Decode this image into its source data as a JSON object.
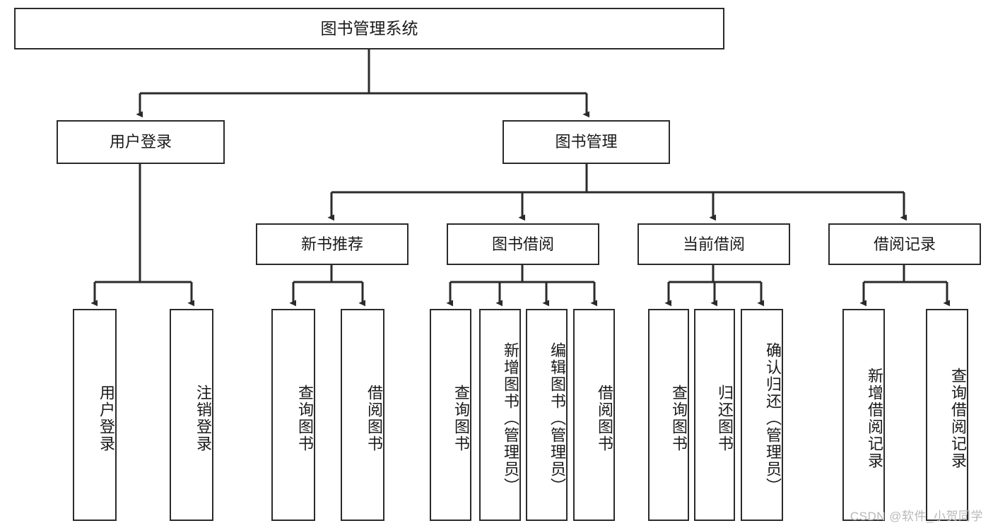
{
  "diagram": {
    "title": "图书管理系统",
    "watermark": "CSDN @软件_小贺同学",
    "colors": {
      "stroke": "#2b2b2b",
      "fill": "#ffffff",
      "text": "#1a1a1a",
      "watermark": "#b8b8b8"
    },
    "levels": {
      "root": "图书管理系统",
      "level1": [
        "用户登录",
        "图书管理"
      ],
      "level2": [
        "新书推荐",
        "图书借阅",
        "当前借阅",
        "借阅记录"
      ],
      "leaves": [
        "用户登录",
        "注销登录",
        "查询图书",
        "借阅图书",
        "查询图书",
        "新增图书（管理员）",
        "编辑图书（管理员）",
        "借阅图书",
        "查询图书",
        "归还图书",
        "确认归还（管理员）",
        "新增借阅记录",
        "查询借阅记录"
      ]
    },
    "nodes": {
      "root": {
        "label": "图书管理系统"
      },
      "user_login": {
        "label": "用户登录"
      },
      "book_manage": {
        "label": "图书管理"
      },
      "new_book_rec": {
        "label": "新书推荐"
      },
      "book_borrow": {
        "label": "图书借阅"
      },
      "current_borrow": {
        "label": "当前借阅"
      },
      "borrow_record": {
        "label": "借阅记录"
      },
      "leaf_user_login": {
        "label": "用户登录"
      },
      "leaf_logout": {
        "label": "注销登录"
      },
      "leaf_query_book_1": {
        "label": "查询图书"
      },
      "leaf_borrow_book_1": {
        "label": "借阅图书"
      },
      "leaf_query_book_2": {
        "label": "查询图书"
      },
      "leaf_add_book_admin": {
        "label": "新增图书（管理员）"
      },
      "leaf_edit_book_admin": {
        "label": "编辑图书（管理员）"
      },
      "leaf_borrow_book_2": {
        "label": "借阅图书"
      },
      "leaf_query_book_3": {
        "label": "查询图书"
      },
      "leaf_return_book": {
        "label": "归还图书"
      },
      "leaf_confirm_return_admin": {
        "label": "确认归还（管理员）"
      },
      "leaf_add_borrow_record": {
        "label": "新增借阅记录"
      },
      "leaf_query_borrow_record": {
        "label": "查询借阅记录"
      }
    }
  }
}
